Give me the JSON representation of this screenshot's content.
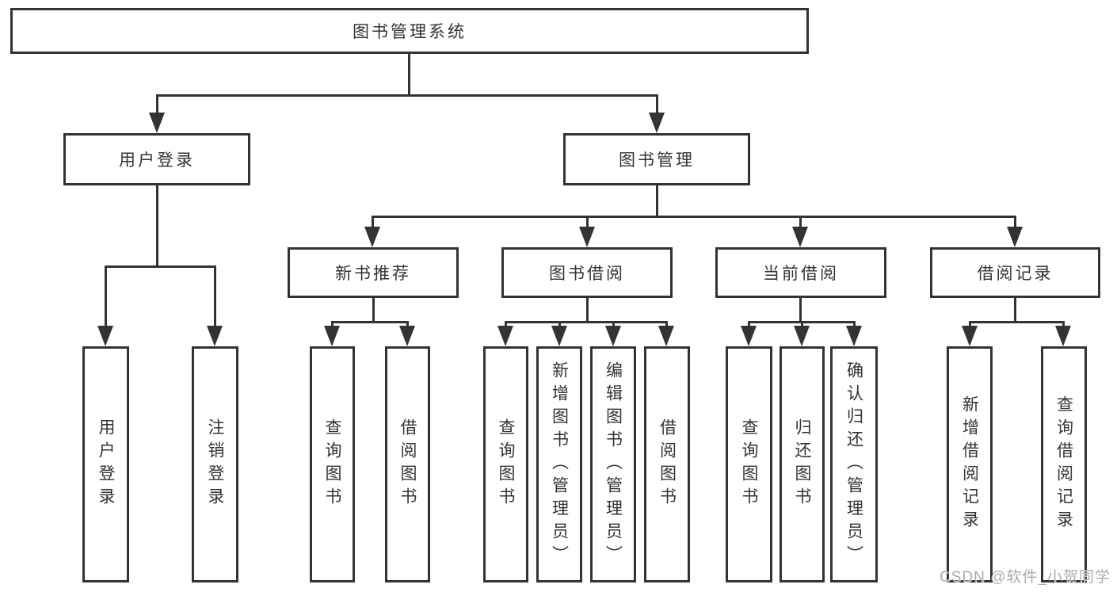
{
  "diagram": {
    "type": "tree",
    "title": "图书管理系统",
    "root": {
      "label": "图书管理系统"
    },
    "level2": [
      {
        "label": "用户登录",
        "parent": "图书管理系统"
      },
      {
        "label": "图书管理",
        "parent": "图书管理系统"
      }
    ],
    "level3": [
      {
        "label": "新书推荐",
        "parent": "图书管理"
      },
      {
        "label": "图书借阅",
        "parent": "图书管理"
      },
      {
        "label": "当前借阅",
        "parent": "图书管理"
      },
      {
        "label": "借阅记录",
        "parent": "图书管理"
      }
    ],
    "leaves": [
      {
        "label": "用户登录",
        "parent": "用户登录"
      },
      {
        "label": "注销登录",
        "parent": "用户登录"
      },
      {
        "label": "查询图书",
        "parent": "新书推荐"
      },
      {
        "label": "借阅图书",
        "parent": "新书推荐"
      },
      {
        "label": "查询图书",
        "parent": "图书借阅"
      },
      {
        "label": "新增图书（管理员）",
        "parent": "图书借阅"
      },
      {
        "label": "编辑图书（管理员）",
        "parent": "图书借阅"
      },
      {
        "label": "借阅图书",
        "parent": "图书借阅"
      },
      {
        "label": "查询图书",
        "parent": "当前借阅"
      },
      {
        "label": "归还图书",
        "parent": "当前借阅"
      },
      {
        "label": "确认归还（管理员）",
        "parent": "当前借阅"
      },
      {
        "label": "新增借阅记录",
        "parent": "借阅记录"
      },
      {
        "label": "查询借阅记录",
        "parent": "借阅记录"
      }
    ],
    "colors": {
      "line": "#333333",
      "box_border": "#333333",
      "text": "#333333",
      "background": "#ffffff"
    }
  },
  "watermark": {
    "text": "CSDN @软件_小贺同学",
    "color": "#ababab"
  }
}
